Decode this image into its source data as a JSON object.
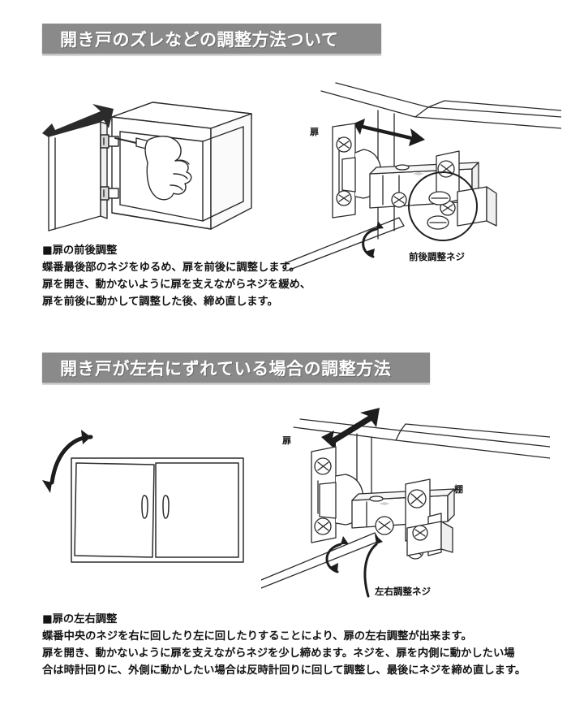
{
  "document": {
    "background_color": "#ffffff",
    "banner_color": "#8a8a8a",
    "text_color": "#141414"
  },
  "sections": [
    {
      "id": "front-back-adjustment",
      "banner_title": "開き戸のズレなどの調整方法ついて",
      "figures": {
        "cabinet": {
          "name": "open-cabinet-with-screwdriver",
          "arrow_label": ""
        },
        "hinge": {
          "name": "hinge-detail-front-back",
          "door_label": "扉",
          "screw_label": "前後調整ネジ"
        }
      },
      "body": {
        "headline": "■扉の前後調整",
        "lines": [
          "蝶番最後部のネジをゆるめ、扉を前後に調整します。",
          "扉を開き、動かないように扉を支えながらネジを緩め、",
          "扉を前後に動かして調整した後、締め直します。"
        ]
      }
    },
    {
      "id": "left-right-adjustment",
      "banner_title": "開き戸が左右にずれている場合の調整方法",
      "figures": {
        "cabinet": {
          "name": "double-door-cabinet-front-view",
          "arrow_label": ""
        },
        "hinge": {
          "name": "hinge-detail-left-right",
          "door_label": "扉",
          "shelf_label": "棚",
          "screw_label": "左右調整ネジ"
        }
      },
      "body": {
        "headline": "■扉の左右調整",
        "lines": [
          "蝶番中央のネジを右に回したり左に回したりすることにより、扉の左右調整が出来ます。",
          "扉を開き、動かないように扉を支えながらネジを少し締めます。ネジを、扉を内側に動かしたい場",
          "合は時計回りに、外側に動かしたい場合は反時計回りに回して調整し、最後にネジを締め直します。"
        ]
      }
    }
  ]
}
